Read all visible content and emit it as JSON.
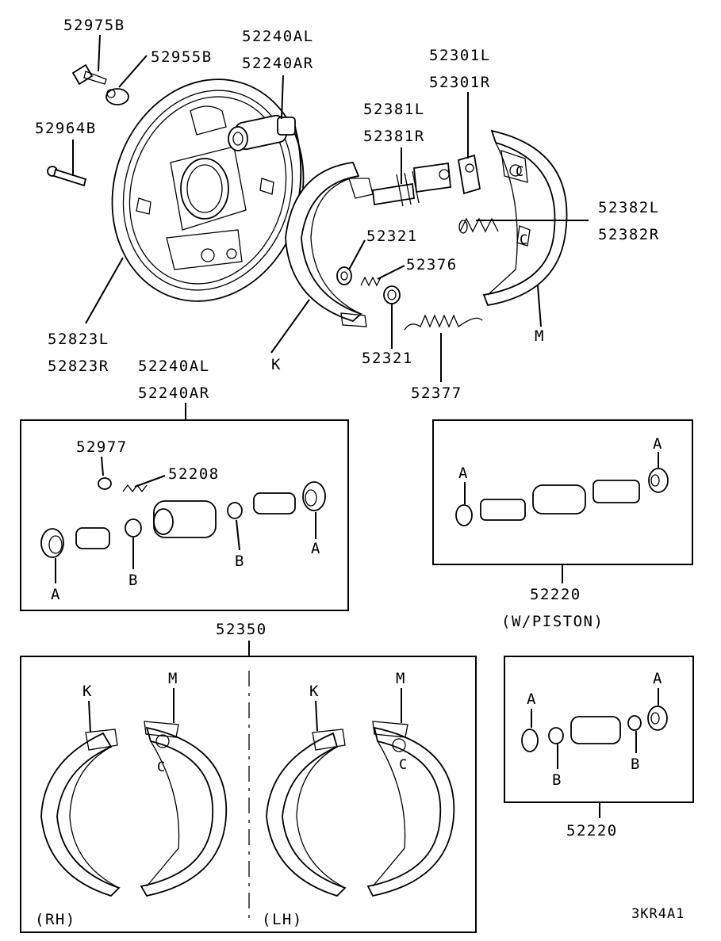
{
  "upper_assembly": {
    "labels": {
      "p52975B": "52975B",
      "p52955B": "52955B",
      "p52240AL": "52240AL",
      "p52240AR": "52240AR",
      "p52301L": "52301L",
      "p52301R": "52301R",
      "p52381L": "52381L",
      "p52381R": "52381R",
      "p52964B": "52964B",
      "p52382L": "52382L",
      "p52382R": "52382R",
      "p52321a": "52321",
      "p52376": "52376",
      "p52321b": "52321",
      "p52377": "52377",
      "p52823L": "52823L",
      "p52823R": "52823R",
      "K": "K",
      "M": "M",
      "C1": "C",
      "C2": "C"
    }
  },
  "wheel_cylinder_box": {
    "title_l": "52240AL",
    "title_r": "52240AR",
    "labels": {
      "p52977": "52977",
      "p52208": "52208",
      "A1": "A",
      "A2": "A",
      "B1": "B",
      "B2": "B"
    }
  },
  "piston_box": {
    "title": "52220",
    "subtitle": "(W/PISTON)",
    "labels": {
      "A1": "A",
      "A2": "A"
    }
  },
  "cylinder_box": {
    "title": "52220",
    "labels": {
      "A1": "A",
      "A2": "A",
      "B1": "B",
      "B2": "B"
    }
  },
  "shoe_kit_box": {
    "title": "52350",
    "rh": "(RH)",
    "lh": "(LH)",
    "labels": {
      "K1": "K",
      "M1": "M",
      "K2": "K",
      "M2": "M",
      "C1": "C",
      "C2": "C"
    }
  },
  "drawing_code": "3KR4A1"
}
